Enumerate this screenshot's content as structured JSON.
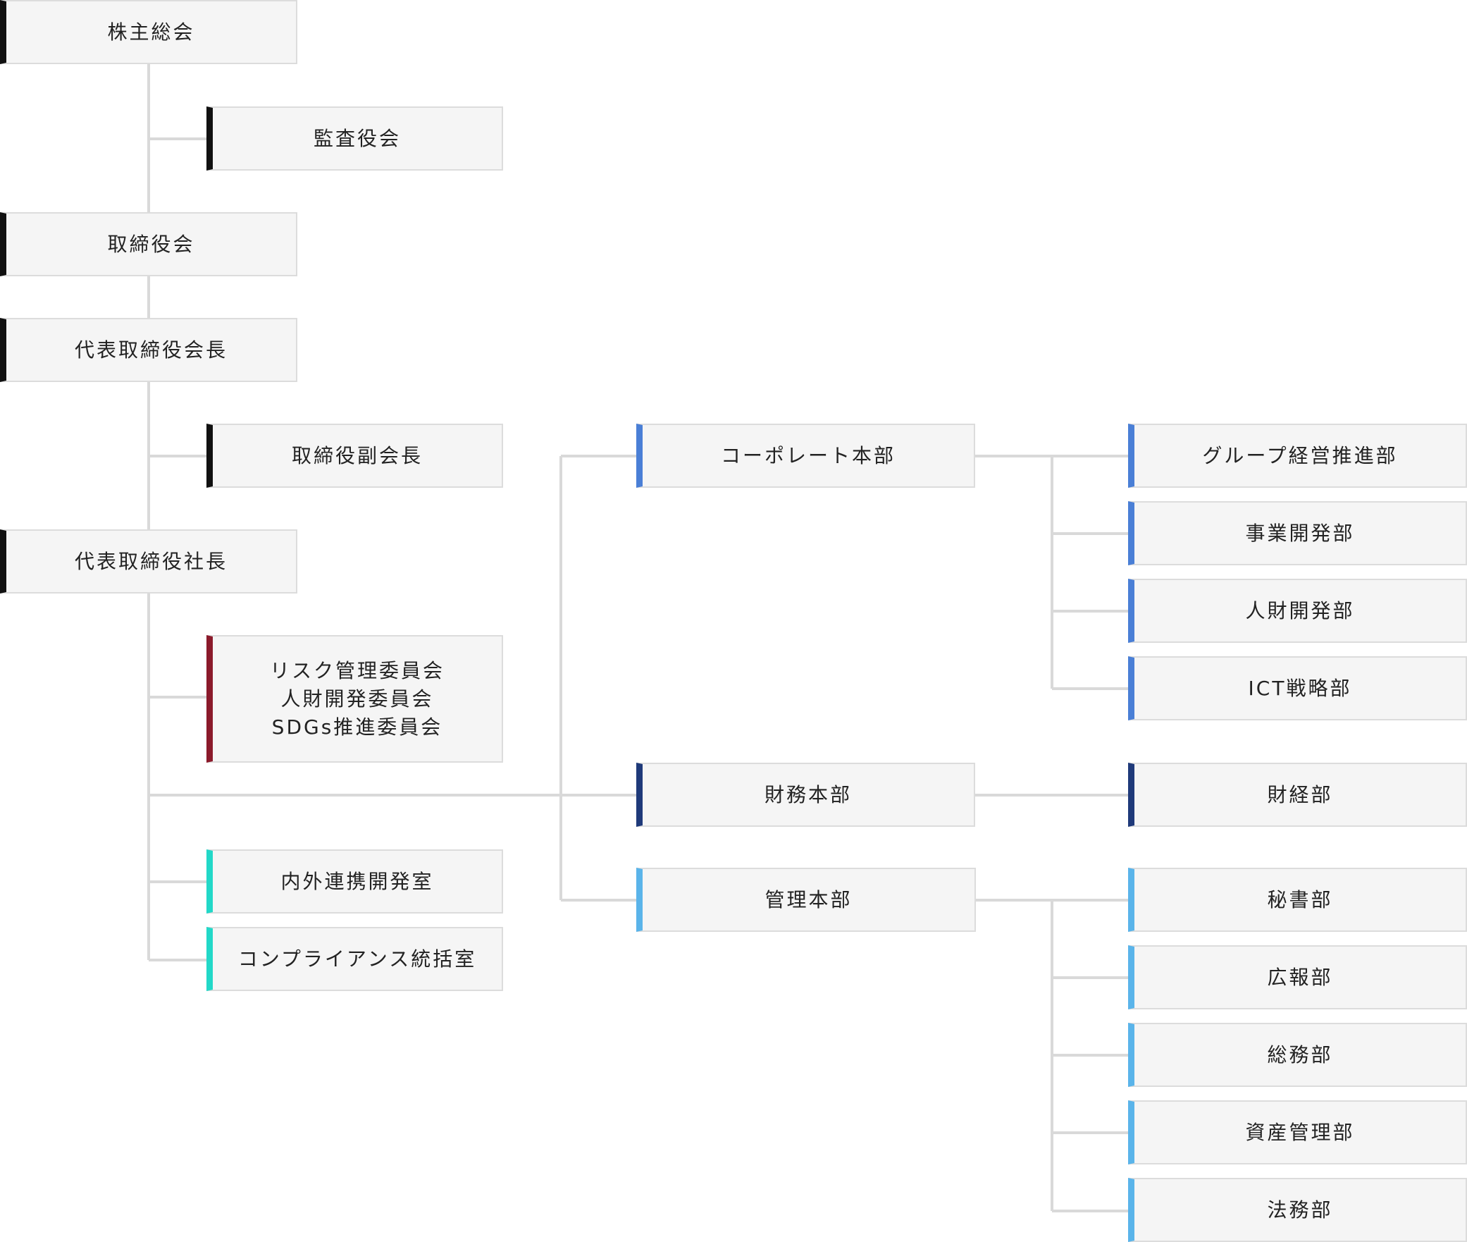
{
  "org_chart": {
    "nodes": {
      "shareholders_meeting": "株主総会",
      "audit_board": "監査役会",
      "board_of_directors": "取締役会",
      "representative_chairman": "代表取締役会長",
      "vice_chairman": "取締役副会長",
      "representative_president": "代表取締役社長",
      "committees": [
        "リスク管理委員会",
        "人財開発委員会",
        "SDGs推進委員会"
      ],
      "external_collab_office": "内外連携開発室",
      "compliance_office": "コンプライアンス統括室",
      "corporate_hq": "コーポレート本部",
      "finance_hq": "財務本部",
      "admin_hq": "管理本部",
      "group_management_dept": "グループ経営推進部",
      "business_dev_dept": "事業開発部",
      "hr_dev_dept": "人財開発部",
      "ict_strategy_dept": "ICT戦略部",
      "accounting_dept": "財経部",
      "secretariat_dept": "秘書部",
      "pr_dept": "広報部",
      "general_affairs_dept": "総務部",
      "asset_mgmt_dept": "資産管理部",
      "legal_dept": "法務部"
    },
    "colors": {
      "connector": "#d9d9d9",
      "box_fill": "#f5f5f5",
      "box_border": "#dcdcdc",
      "governance": "#111111",
      "committee": "#8b1a2b",
      "office": "#22d8c8",
      "corporate": "#4a7fd6",
      "finance": "#1f3a7a",
      "admin": "#5ab4ea"
    }
  }
}
